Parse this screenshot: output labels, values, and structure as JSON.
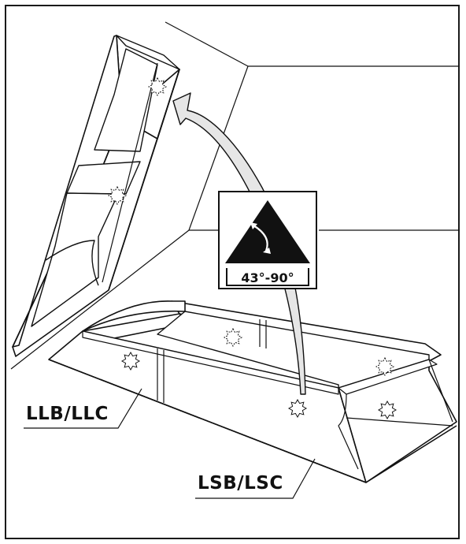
{
  "labels": {
    "upper": "LLB/LLC",
    "lower": "LSB/LSC"
  },
  "pitch_badge": {
    "range_text": "43°-90°",
    "icon": "roof-pitch-triangle-icon"
  },
  "icons": [
    "curved-arrow-icon",
    "adhesive-star-icon"
  ],
  "colors": {
    "ink": "#111111",
    "arrow_fill": "#e6e6e6",
    "paper": "#ffffff"
  }
}
